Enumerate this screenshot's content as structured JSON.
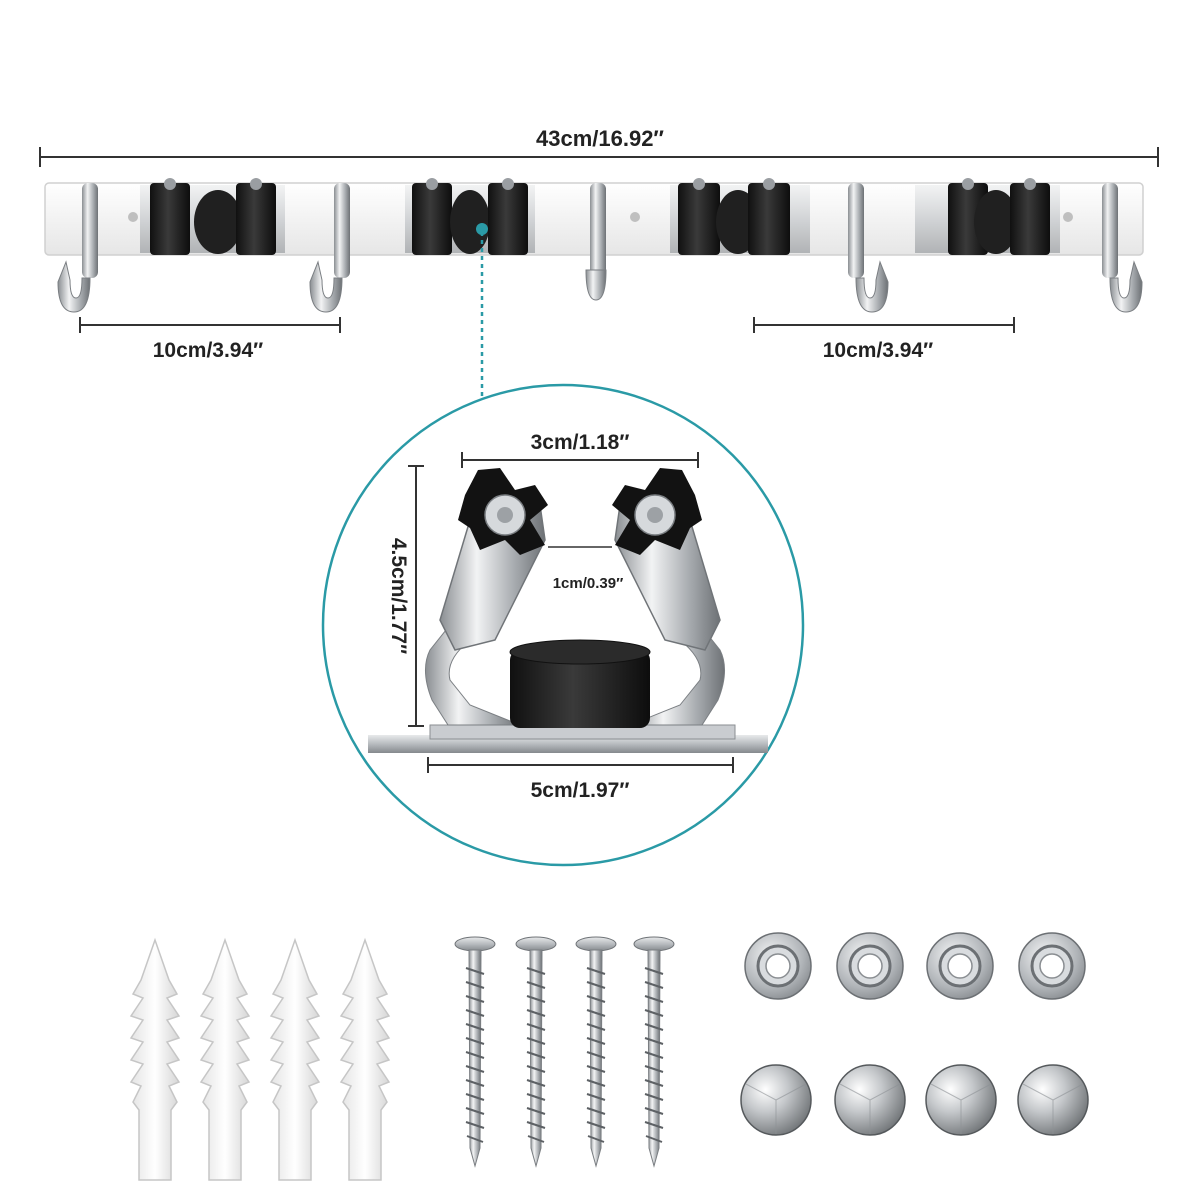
{
  "dimensions": {
    "total_length": "43cm/16.92″",
    "hook_spacing_left": "10cm/3.94″",
    "hook_spacing_right": "10cm/3.94″",
    "clip_width": "3cm/1.18″",
    "clip_height": "4.5cm/1.77″",
    "clip_gap": "1cm/0.39″",
    "clip_base_width": "5cm/1.97″"
  },
  "colors": {
    "accent": "#2a9aa6",
    "dimension_line": "#333333",
    "rack_body": "#f4f4f4",
    "roller": "#1c1c1c",
    "steel": "#b8bcc0"
  },
  "accessories": {
    "anchors": 4,
    "screws": 4,
    "washers": 4,
    "caps": 4
  }
}
